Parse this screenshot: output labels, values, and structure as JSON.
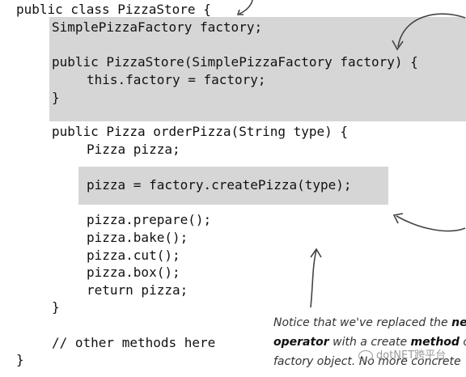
{
  "code": {
    "class_decl": "public class PizzaStore {",
    "field": "SimplePizzaFactory factory;",
    "ctor_sig": "public PizzaStore(SimplePizzaFactory factory) {",
    "ctor_body": "this.factory = factory;",
    "ctor_close": "}",
    "method_sig": "public Pizza orderPizza(String type) {",
    "local_var": "Pizza pizza;",
    "create_call": "pizza = factory.createPizza(type);",
    "prepare": "pizza.prepare();",
    "bake": "pizza.bake();",
    "cut": "pizza.cut();",
    "box": "pizza.box();",
    "ret": "return pizza;",
    "method_close": "}",
    "comment": "// other methods here",
    "class_close": "}"
  },
  "annotation": {
    "line1_a": "Notice that we've replaced the ",
    "line1_b": "new",
    "line2_a": "operator",
    "line2_b": " with a create ",
    "line2_c": "method",
    "line2_d": " on the",
    "line3_a": "factory object. No more concrete"
  },
  "watermark": {
    "text": "dotNET跨平台"
  }
}
